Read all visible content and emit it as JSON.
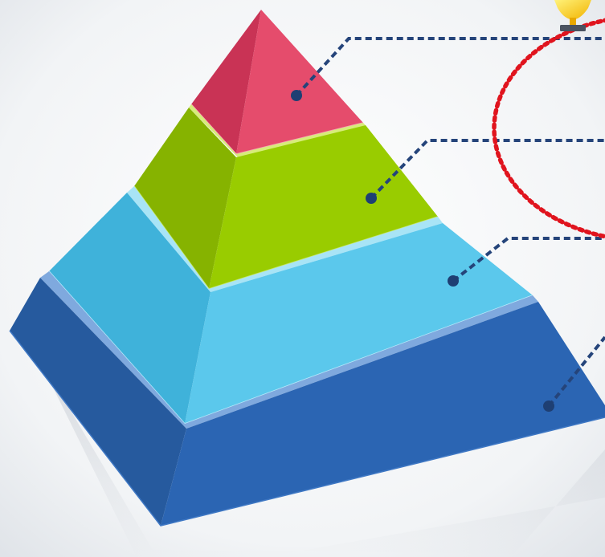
{
  "diagram": {
    "type": "pyramid",
    "levels": [
      {
        "id": "level-1-top",
        "color_front": "#e54c6c",
        "color_side": "#c93355"
      },
      {
        "id": "level-2",
        "color_front": "#99cc00",
        "color_side": "#86b300"
      },
      {
        "id": "level-3",
        "color_front": "#5bc8ec",
        "color_side": "#3fb2da"
      },
      {
        "id": "level-4-base",
        "color_front": "#2b65b3",
        "color_side": "#265a9e"
      }
    ],
    "connector_color": "#25447a",
    "highlight_callout": {
      "shape": "dotted-ellipse",
      "color": "#e0141e"
    },
    "trophy_icon": "trophy-icon",
    "background_color": "#eef0f2"
  }
}
